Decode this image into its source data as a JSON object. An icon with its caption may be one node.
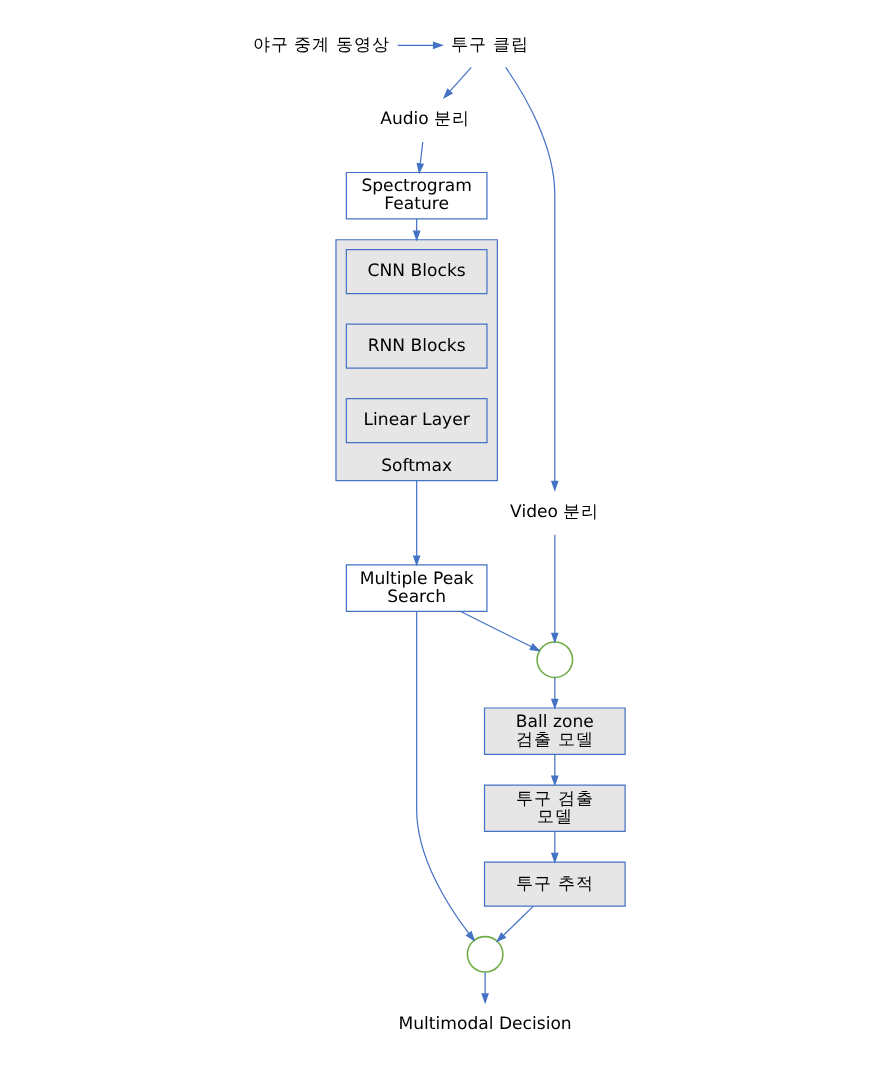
{
  "diagram": {
    "nodes": [
      {
        "text": [
          "야구 중계 동영상"
        ]
      },
      {
        "text": [
          "투구 클립"
        ]
      },
      {
        "text": [
          "Audio 분리"
        ]
      },
      {
        "text": [
          "Video 분리"
        ]
      },
      {
        "text": [
          "Spectrogram Feature"
        ]
      },
      {
        "text": [
          "Softmax"
        ]
      },
      {
        "text": [
          "CNN Blocks"
        ],
        "in": 5
      },
      {
        "text": [
          "RNN Blocks"
        ],
        "in": 5
      },
      {
        "text": [
          "Linear Layer"
        ],
        "in": 5
      },
      {
        "text": [
          "Multiple Peak Search"
        ]
      },
      {
        "text": [],
        "shape": "circle"
      },
      {
        "text": [
          "Ball zone 검출 모델"
        ]
      },
      {
        "text": [
          "투구 검출 모델"
        ]
      },
      {
        "text": [
          "투구 추적"
        ]
      },
      {
        "text": [],
        "shape": "circle"
      },
      {
        "text": [
          "Multimodal Decision"
        ]
      }
    ],
    "edges": [
      {
        "from": 0,
        "to": 1,
        "arrow": "to"
      },
      {
        "from": 1,
        "to": 2,
        "arrow": "to"
      },
      {
        "from": 1,
        "to": 3,
        "arrow": "to"
      },
      {
        "from": 2,
        "to": 4,
        "arrow": "to"
      },
      {
        "from": 4,
        "to": 5,
        "arrow": "to"
      },
      {
        "from": 5,
        "to": 9,
        "arrow": "to"
      },
      {
        "from": 9,
        "to": 10,
        "arrow": "to"
      },
      {
        "from": 9,
        "to": 14,
        "arrow": "to"
      },
      {
        "from": 3,
        "to": 10,
        "arrow": "to"
      },
      {
        "from": 10,
        "to": 11,
        "arrow": "to"
      },
      {
        "from": 11,
        "to": 12,
        "arrow": "to"
      },
      {
        "from": 12,
        "to": 13,
        "arrow": "to"
      },
      {
        "from": 13,
        "to": 14,
        "arrow": "to"
      },
      {
        "from": 14,
        "to": 15,
        "arrow": "to"
      }
    ]
  }
}
